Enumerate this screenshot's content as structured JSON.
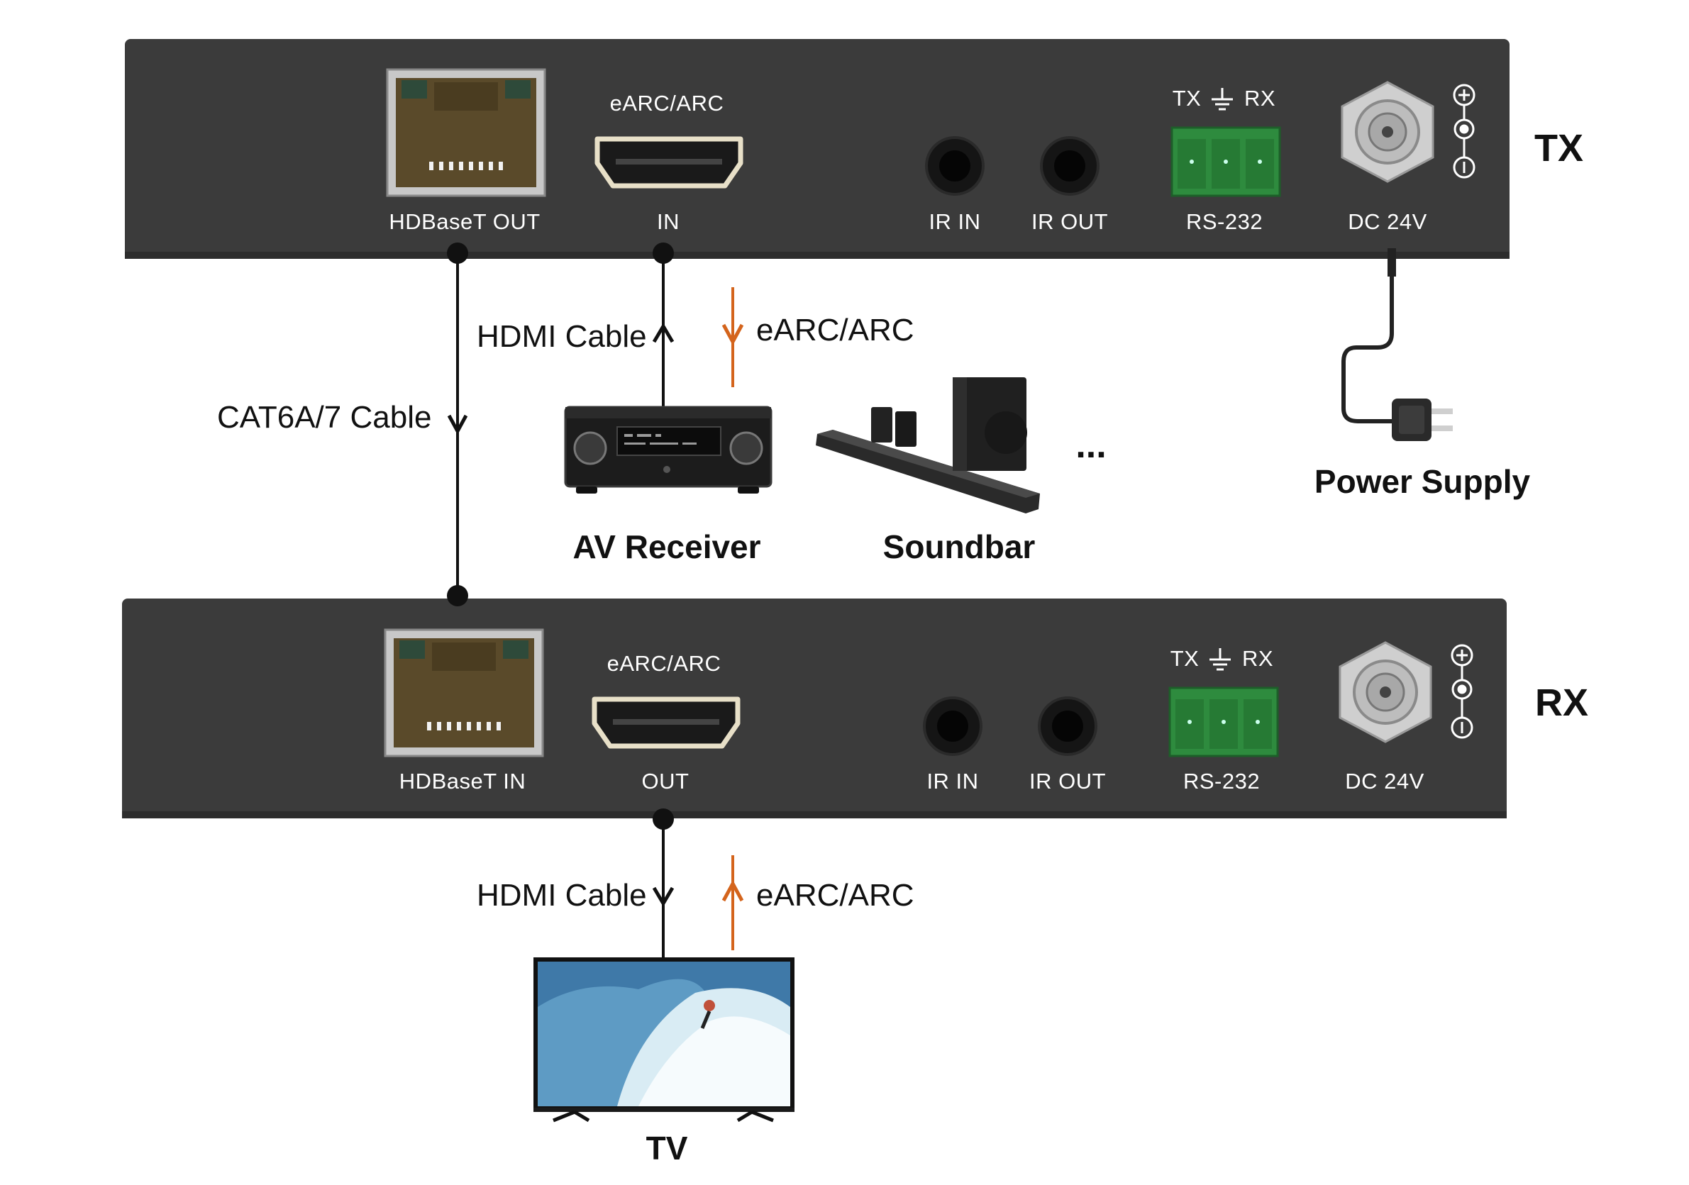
{
  "tx": {
    "name": "TX",
    "labels": {
      "hdbaset": "HDBaseT OUT",
      "earc": "eARC/ARC",
      "hdmi": "IN",
      "ir_in": "IR IN",
      "ir_out": "IR OUT",
      "rs232_top_tx": "TX",
      "rs232_top_rx": "RX",
      "rs232": "RS-232",
      "dc": "DC 24V"
    }
  },
  "rx": {
    "name": "RX",
    "labels": {
      "hdbaset": "HDBaseT IN",
      "earc": "eARC/ARC",
      "hdmi": "OUT",
      "ir_in": "IR IN",
      "ir_out": "IR OUT",
      "rs232_top_tx": "TX",
      "rs232_top_rx": "RX",
      "rs232": "RS-232",
      "dc": "DC 24V"
    }
  },
  "cables": {
    "cat": "CAT6A/7 Cable",
    "hdmi_top": "HDMI Cable",
    "earc_top": "eARC/ARC",
    "hdmi_bottom": "HDMI Cable",
    "earc_bottom": "eARC/ARC"
  },
  "devices": {
    "av_receiver": "AV Receiver",
    "soundbar": "Soundbar",
    "ellipsis": "...",
    "power_supply": "Power Supply",
    "tv": "TV"
  },
  "colors": {
    "panel": "#3a3a3a",
    "earc_arrow": "#d4641c",
    "terminal_green": "#2e8b3e"
  }
}
